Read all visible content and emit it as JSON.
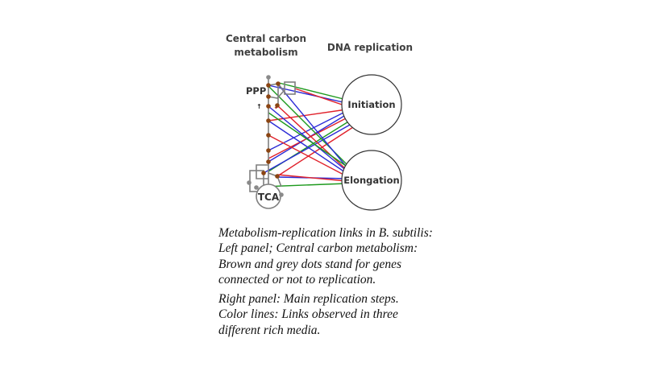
{
  "headers": {
    "left_line1": "Central carbon",
    "left_line2": "metabolism",
    "right": "DNA replication"
  },
  "nodes": {
    "ppp": "PPP",
    "tca": "TCA",
    "initiation": "Initiation",
    "elongation": "Elongation"
  },
  "caption": {
    "line1": "Metabolism-replication links in B. subtilis:",
    "line2": "Left panel; Central carbon metabolism:",
    "line3": "Brown and grey dots stand for genes",
    "line4": "connected or not to replication.",
    "line5": "Right panel: Main replication steps.",
    "line6": "Color lines: Links observed in three",
    "line7": "different rich media."
  },
  "colors": {
    "brown_dot": "#8b4513",
    "grey_dot": "#8a8a8a",
    "blue_link": "#2b2bd6",
    "red_link": "#e0202a",
    "green_link": "#1e9a1e",
    "pathway": "#7f7f7f"
  }
}
